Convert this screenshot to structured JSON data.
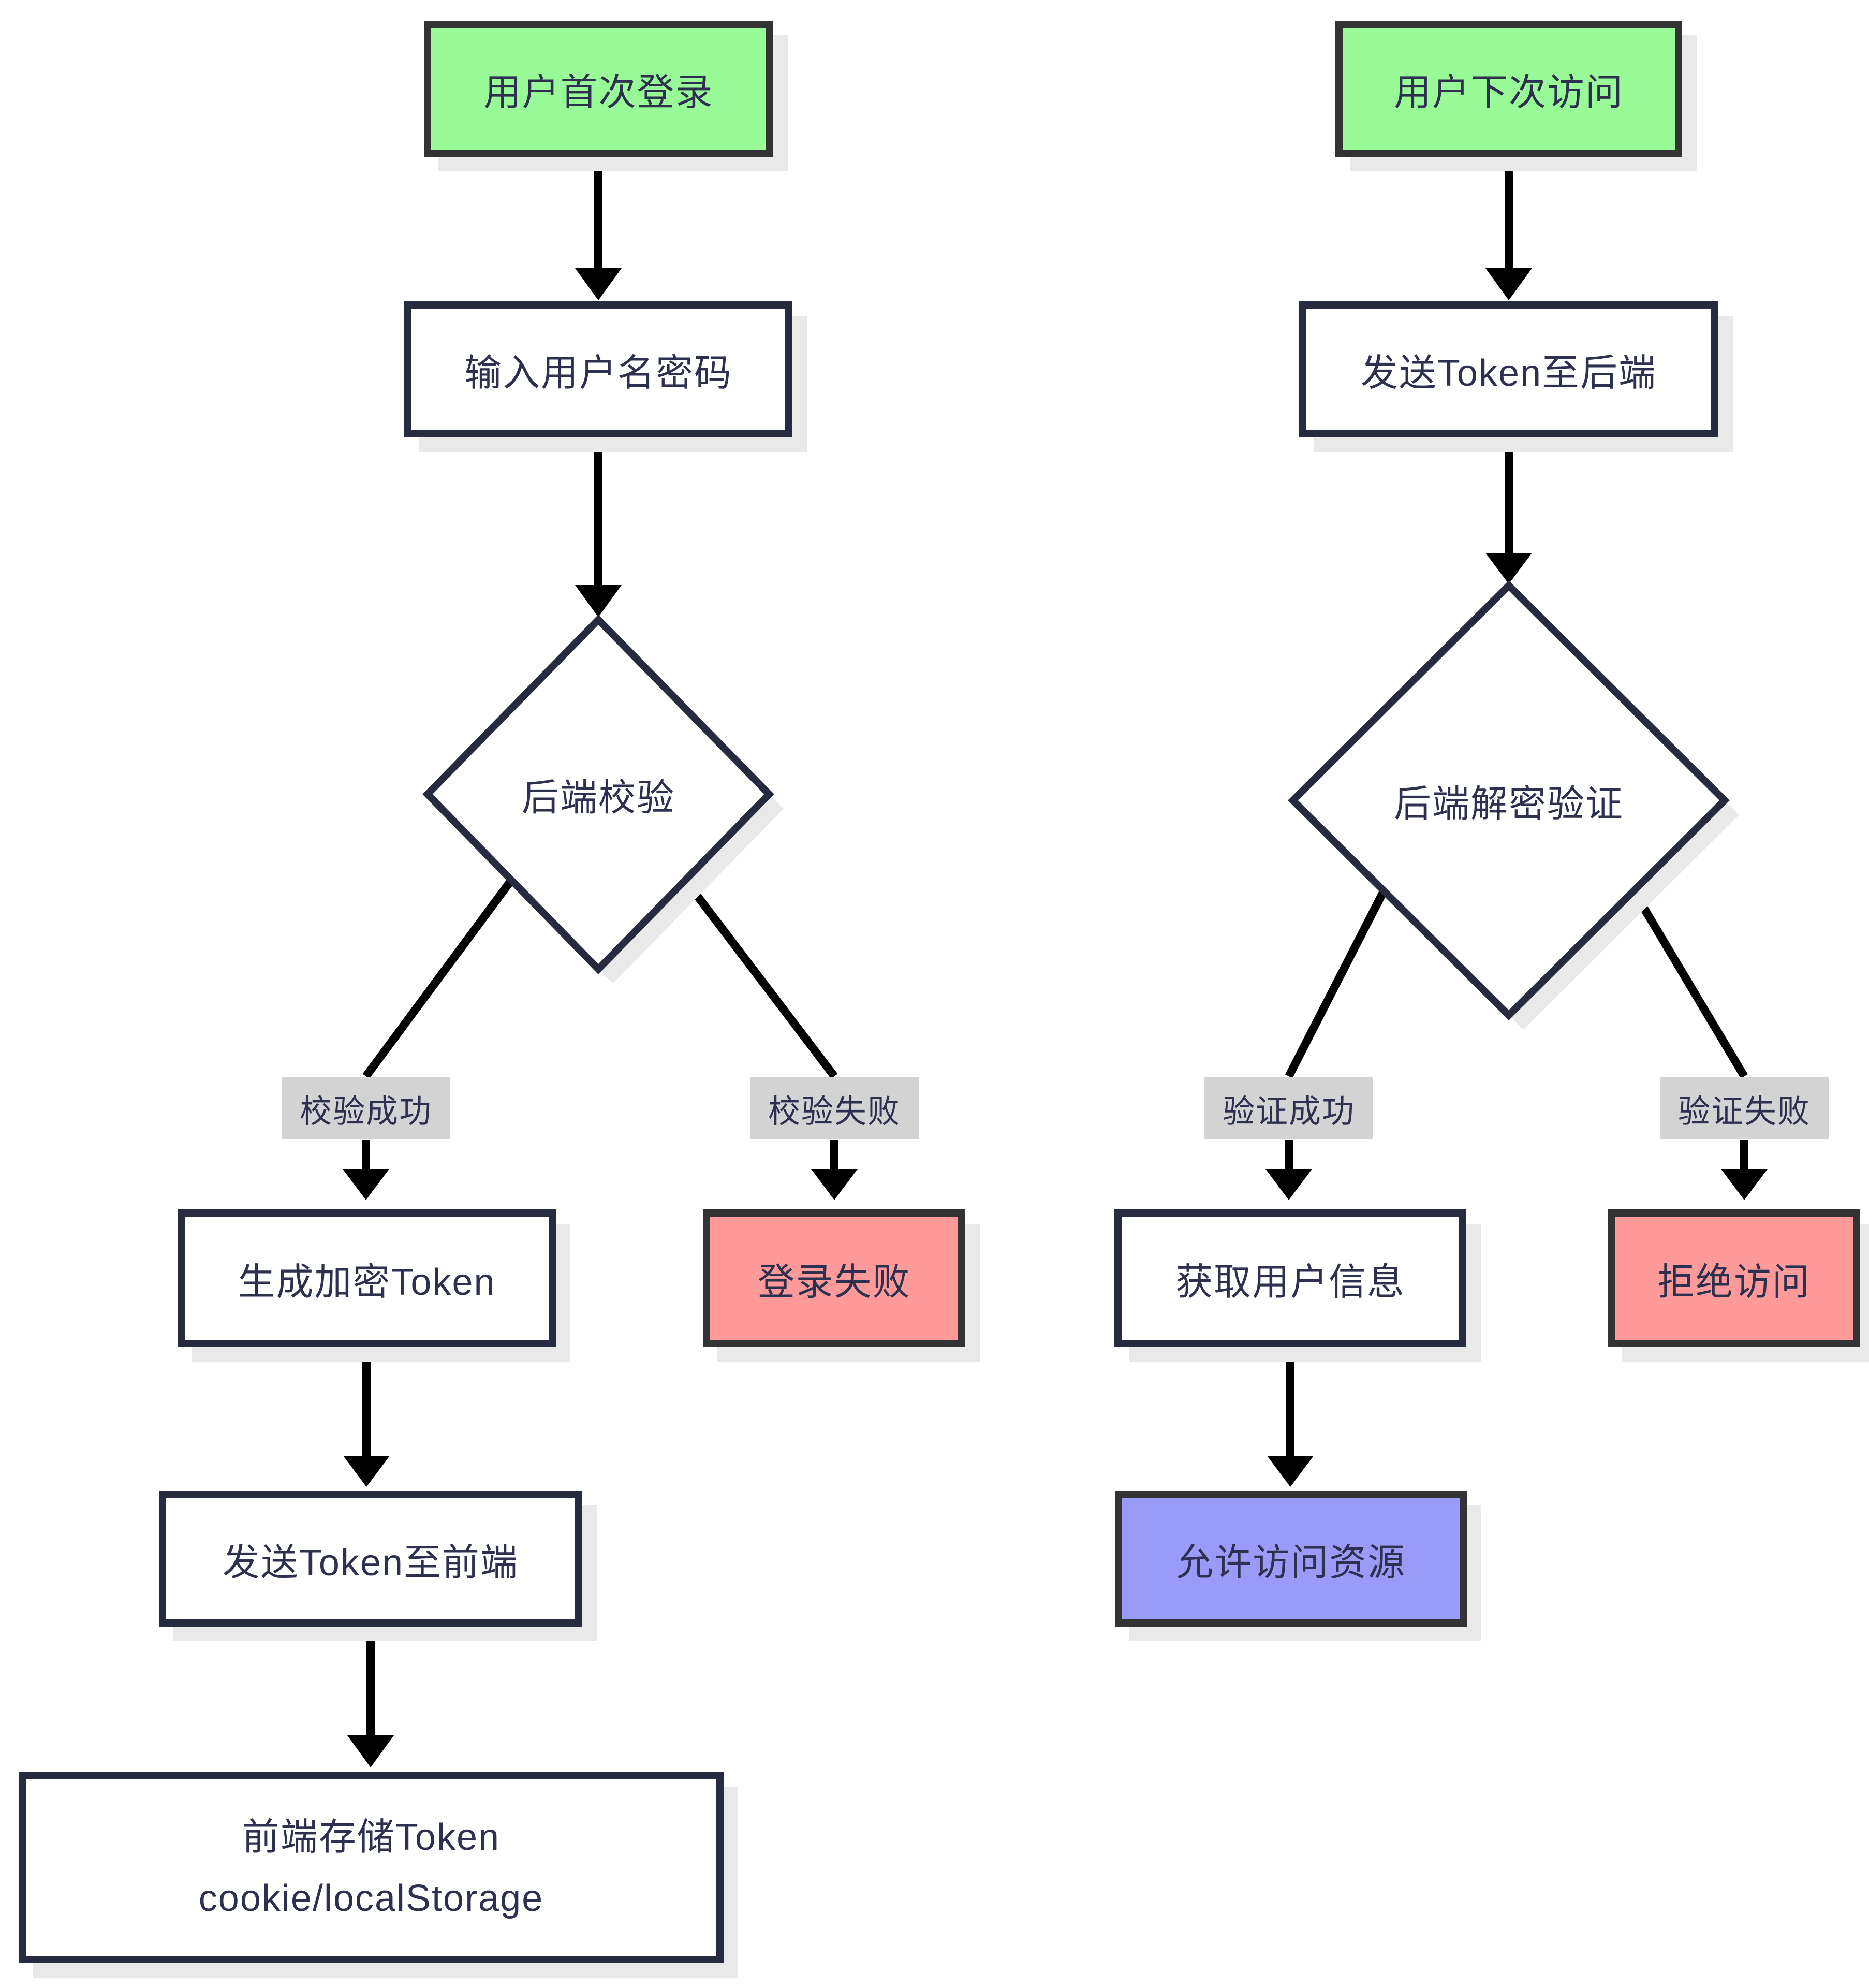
{
  "diagram": {
    "title": "Token authentication flowchart",
    "colors": {
      "start_fill": "#98fb98",
      "error_fill": "#ff9a9a",
      "success_fill": "#9a9af8",
      "label_fill": "#d3d3d3",
      "node_border": "#262b40",
      "accent_border": "#333333",
      "text": "#2e3050",
      "line": "#000000",
      "shadow": "#e9e9e9"
    },
    "nodes": {
      "user_first_login": {
        "label": "用户首次登录",
        "type": "start"
      },
      "enter_credentials": {
        "label": "输入用户名密码",
        "type": "process"
      },
      "backend_verify": {
        "label": "后端校验",
        "type": "decision"
      },
      "verify_success_label": {
        "label": "校验成功",
        "type": "edge-label"
      },
      "verify_fail_label": {
        "label": "校验失败",
        "type": "edge-label"
      },
      "generate_token": {
        "label": "生成加密Token",
        "type": "process"
      },
      "login_fail": {
        "label": "登录失败",
        "type": "error"
      },
      "send_token_frontend": {
        "label": "发送Token至前端",
        "type": "process"
      },
      "frontend_store_token": {
        "label": "前端存储Token",
        "label2": "cookie/localStorage",
        "type": "process"
      },
      "user_next_visit": {
        "label": "用户下次访问",
        "type": "start"
      },
      "send_token_backend": {
        "label": "发送Token至后端",
        "type": "process"
      },
      "backend_decrypt_verify": {
        "label": "后端解密验证",
        "type": "decision"
      },
      "validate_success_label": {
        "label": "验证成功",
        "type": "edge-label"
      },
      "validate_fail_label": {
        "label": "验证失败",
        "type": "edge-label"
      },
      "get_user_info": {
        "label": "获取用户信息",
        "type": "process"
      },
      "deny_access": {
        "label": "拒绝访问",
        "type": "error"
      },
      "allow_access": {
        "label": "允许访问资源",
        "type": "success"
      }
    },
    "edges": [
      {
        "from": "user_first_login",
        "to": "enter_credentials"
      },
      {
        "from": "enter_credentials",
        "to": "backend_verify"
      },
      {
        "from": "backend_verify",
        "to": "generate_token",
        "label": "校验成功"
      },
      {
        "from": "backend_verify",
        "to": "login_fail",
        "label": "校验失败"
      },
      {
        "from": "generate_token",
        "to": "send_token_frontend"
      },
      {
        "from": "send_token_frontend",
        "to": "frontend_store_token"
      },
      {
        "from": "user_next_visit",
        "to": "send_token_backend"
      },
      {
        "from": "send_token_backend",
        "to": "backend_decrypt_verify"
      },
      {
        "from": "backend_decrypt_verify",
        "to": "get_user_info",
        "label": "验证成功"
      },
      {
        "from": "backend_decrypt_verify",
        "to": "deny_access",
        "label": "验证失败"
      },
      {
        "from": "get_user_info",
        "to": "allow_access"
      }
    ]
  }
}
